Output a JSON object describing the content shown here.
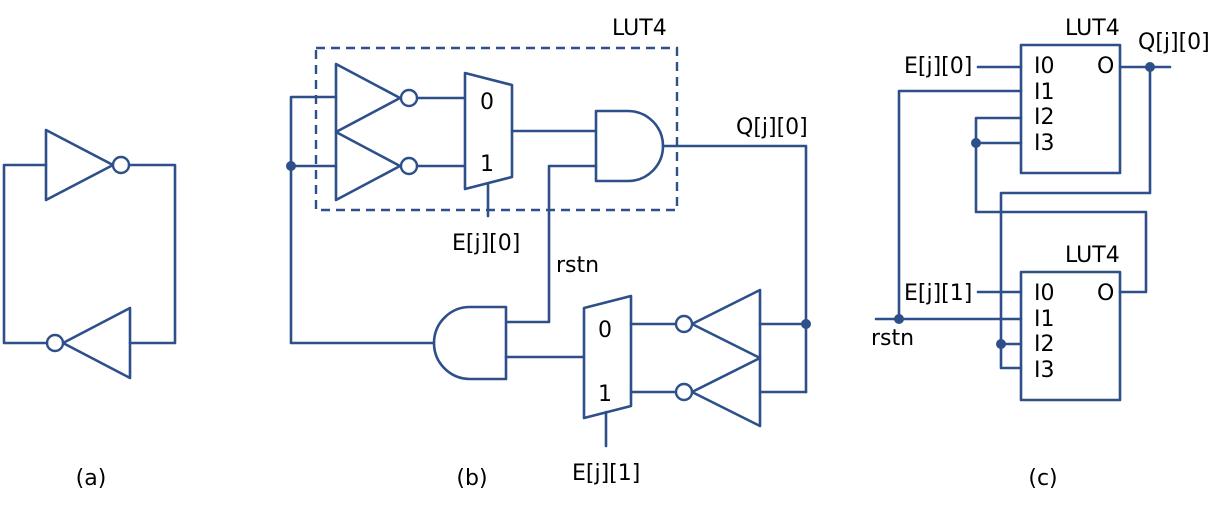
{
  "colors": {
    "wire": "#2d4f8a",
    "text": "#000000",
    "background": "#ffffff"
  },
  "panels": {
    "a": {
      "caption": "(a)"
    },
    "b": {
      "caption": "(b)",
      "lut_label": "LUT4",
      "mux_top": {
        "in0": "0",
        "in1": "1"
      },
      "mux_bottom": {
        "in0": "0",
        "in1": "1"
      },
      "output_label": "Q[j][0]",
      "enable_top": "E[j][0]",
      "enable_bottom": "E[j][1]",
      "reset_label": "rstn"
    },
    "c": {
      "caption": "(c)",
      "output_label": "Q[j][0]",
      "reset_label": "rstn",
      "lut_top": {
        "title": "LUT4",
        "pins": [
          "I0",
          "I1",
          "I2",
          "I3"
        ],
        "out": "O",
        "input_label": "E[j][0]"
      },
      "lut_bottom": {
        "title": "LUT4",
        "pins": [
          "I0",
          "I1",
          "I2",
          "I3"
        ],
        "out": "O",
        "input_label": "E[j][1]"
      }
    }
  }
}
